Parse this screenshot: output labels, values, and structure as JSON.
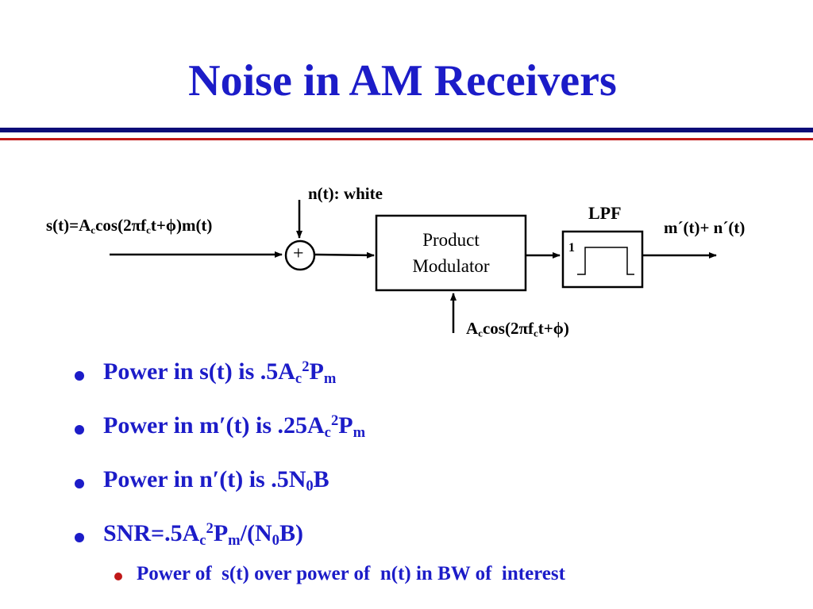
{
  "title": "Noise in AM Receivers",
  "diagram": {
    "noise_label": "n(t): white",
    "signal_label": {
      "p1": "s(t)=A",
      "s1": "c",
      "p2": "cos(2",
      "pi": "π",
      "p3": "f",
      "s2": "c",
      "p4": "t+",
      "phi": "ϕ",
      "p5": ")m(t)"
    },
    "summer_symbol": "+",
    "product_modulator": {
      "line1": "Product",
      "line2": "Modulator"
    },
    "lpf_label": "LPF",
    "lpf_gain": "1",
    "output_label": "m´(t)+ n´(t)",
    "carrier_label": {
      "p1": "A",
      "s1": "c",
      "p2": "cos(2",
      "pi": "π",
      "p3": "f",
      "s2": "c",
      "p4": "t+",
      "phi": "ϕ",
      "p5": ")"
    }
  },
  "bullets": [
    {
      "a": "Power in s(t) is .5A",
      "b": "c",
      "c": "2",
      "d": "P",
      "e": "m"
    },
    {
      "a": "Power in m′(t) is .25A",
      "b": "c",
      "c": "2",
      "d": "P",
      "e": "m"
    },
    {
      "a": "Power in n′(t) is .5N",
      "b": "0",
      "c": "B"
    },
    {
      "a": "SNR=.5A",
      "b": "c",
      "c": "2",
      "d": "P",
      "e": "m",
      "f": "/(N",
      "g": "0",
      "h": "B)"
    }
  ],
  "sub_bullet": "Power of  s(t) over power of  n(t) in BW of  interest",
  "colors": {
    "title": "#1c1cc8",
    "rule_top": "#0c0c78",
    "rule_bottom": "#c01818",
    "bullet_text": "#1c1cc8",
    "sub_bullet_dot": "#c01818"
  }
}
